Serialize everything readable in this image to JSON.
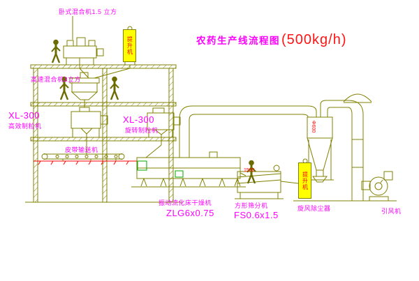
{
  "title": {
    "main": "农药生产线流程图",
    "capacity": "(500kg/h)"
  },
  "labels": {
    "top_mixer": "卧式混合机1.5 立方",
    "high_speed_mixer": "高速混合机3立方",
    "left_granulator_model": "XL-300",
    "left_granulator_name": "高效制粒机",
    "mid_granulator_model": "XL-300",
    "mid_granulator_name": "旋转制粒机",
    "belt_conveyor": "皮带输送机",
    "dryer_name": "振动流化床干燥机",
    "dryer_model": "ZLG6x0.75",
    "sifter_name": "方形筛分机",
    "sifter_model": "FS0.6x1.5",
    "cyclone": "旋风除尘器",
    "fan": "引风机",
    "elevator_top": "提升机",
    "elevator_right": "提升机"
  },
  "dimensions": {
    "sifter_length": "1500",
    "cyclone_diameter": "Φ600"
  },
  "colors": {
    "line": "#808000",
    "label": "#ff00ff",
    "accent_red": "#ff0000",
    "accent_green": "#00aa00",
    "elevator_fill": "#ffff00",
    "background": "#ffffff"
  }
}
